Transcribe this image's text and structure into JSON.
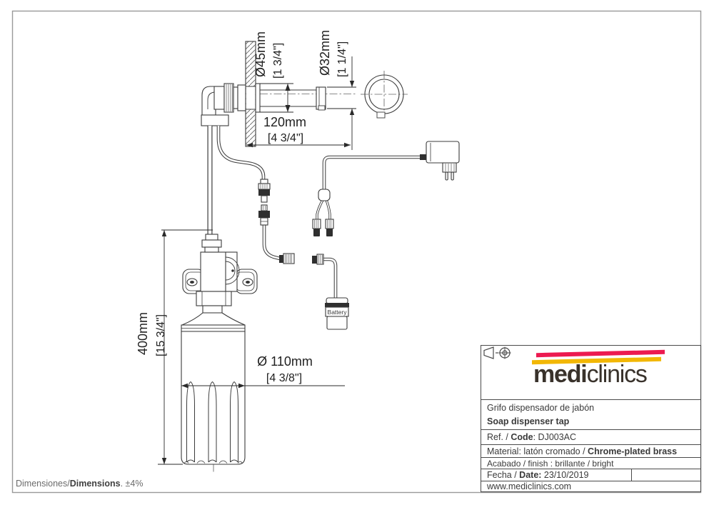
{
  "footnote": {
    "es": "Dimensiones/",
    "en": "Dimensions",
    "suffix": ". ±4%"
  },
  "drawing": {
    "battery_label": "Battery",
    "dims": {
      "dia45": {
        "metric": "Ø45mm",
        "imperial": "[1 3/4\"]"
      },
      "dia32": {
        "metric": "Ø32mm",
        "imperial": "[1 1/4\"]"
      },
      "len120": {
        "metric": "120mm",
        "imperial": "[4 3/4\"]"
      },
      "h400": {
        "metric": "400mm",
        "imperial": "[15 3/4\"]"
      },
      "dia110": {
        "metric": "Ø 110mm",
        "imperial": "[4 3/8\"]"
      }
    }
  },
  "title_block": {
    "logo": {
      "bold": "medi",
      "light": "clinics",
      "stripe_red": "#ec1a50",
      "stripe_yellow": "#f2b705"
    },
    "product_es": "Grifo dispensador de jabón",
    "product_en": "Soap dispenser tap",
    "ref_plain": "Ref. / ",
    "ref_bold": "Code",
    "ref_value": ": DJ003AC",
    "material_plain": "Material: latón cromado / ",
    "material_bold": "Chrome-plated brass",
    "finish": "Acabado / finish : brillante / bright",
    "date_plain": "Fecha / ",
    "date_bold": "Date:",
    "date_value": " 23/10/2019",
    "website": "www.mediclinics.com"
  }
}
